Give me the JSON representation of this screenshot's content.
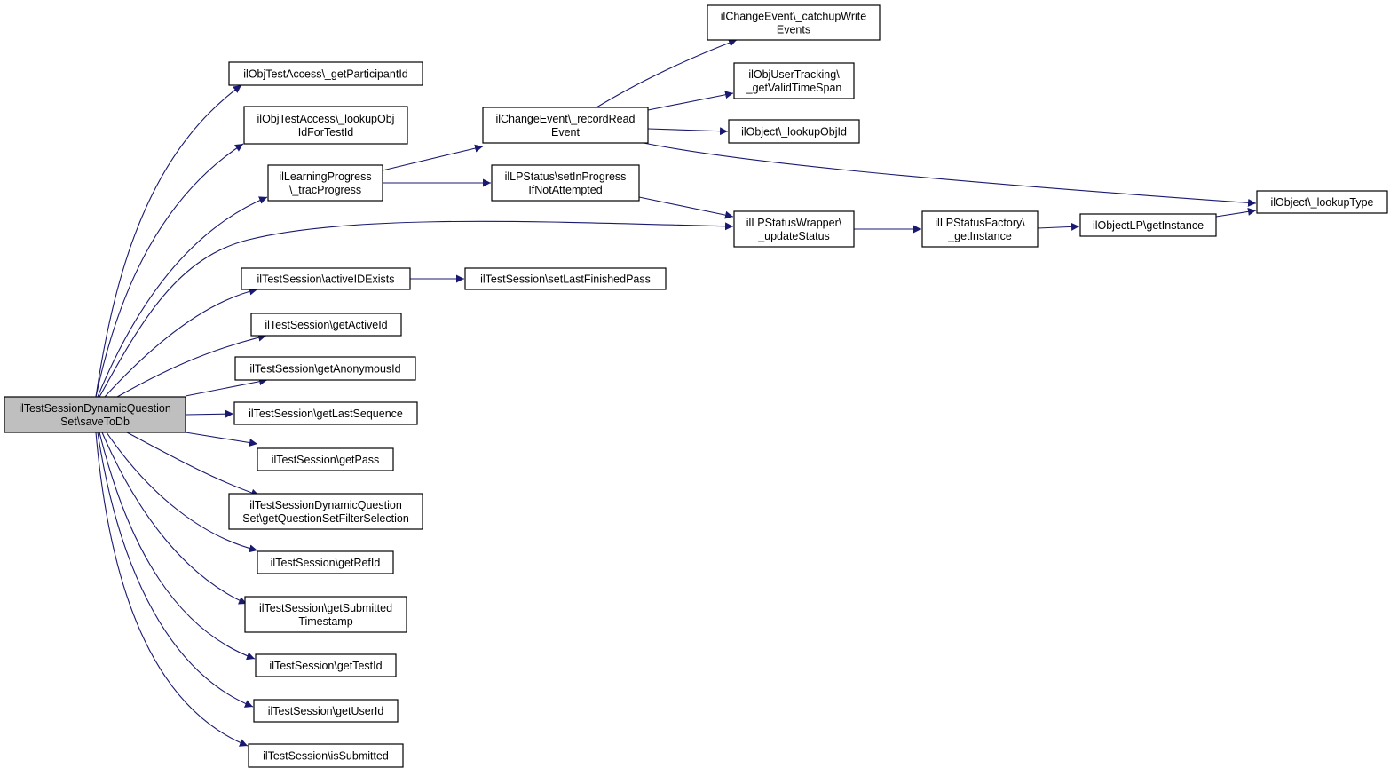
{
  "colors": {
    "edge": "#191970",
    "root_fill": "#bfbfbf",
    "node_fill": "#ffffff",
    "border": "#000000"
  },
  "nodes": {
    "root": [
      "ilTestSessionDynamicQuestion",
      "Set\\saveToDb"
    ],
    "getParticipantId": [
      "ilObjTestAccess\\_getParticipantId"
    ],
    "lookupObjIdForTestId": [
      "ilObjTestAccess\\_lookupObj",
      "IdForTestId"
    ],
    "tracProgress": [
      "ilLearningProgress",
      "\\_tracProgress"
    ],
    "activeIDExists": [
      "ilTestSession\\activeIDExists"
    ],
    "getActiveId": [
      "ilTestSession\\getActiveId"
    ],
    "getAnonymousId": [
      "ilTestSession\\getAnonymousId"
    ],
    "getLastSequence": [
      "ilTestSession\\getLastSequence"
    ],
    "getPass": [
      "ilTestSession\\getPass"
    ],
    "getQuestionSetFilterSelection": [
      "ilTestSessionDynamicQuestion",
      "Set\\getQuestionSetFilterSelection"
    ],
    "getRefId": [
      "ilTestSession\\getRefId"
    ],
    "getSubmittedTimestamp": [
      "ilTestSession\\getSubmitted",
      "Timestamp"
    ],
    "getTestId": [
      "ilTestSession\\getTestId"
    ],
    "getUserId": [
      "ilTestSession\\getUserId"
    ],
    "isSubmitted": [
      "ilTestSession\\isSubmitted"
    ],
    "recordReadEvent": [
      "ilChangeEvent\\_recordRead",
      "Event"
    ],
    "setInProgressIfNotAttempted": [
      "ilLPStatus\\setInProgress",
      "IfNotAttempted"
    ],
    "setLastFinishedPass": [
      "ilTestSession\\setLastFinishedPass"
    ],
    "catchupWriteEvents": [
      "ilChangeEvent\\_catchupWrite",
      "Events"
    ],
    "getValidTimeSpan": [
      "ilObjUserTracking\\",
      "_getValidTimeSpan"
    ],
    "lookupObjId": [
      "ilObject\\_lookupObjId"
    ],
    "updateStatus": [
      "ilLPStatusWrapper\\",
      "_updateStatus"
    ],
    "lpStatusFactoryGetInstance": [
      "ilLPStatusFactory\\",
      "_getInstance"
    ],
    "objectLPGetInstance": [
      "ilObjectLP\\getInstance"
    ],
    "lookupType": [
      "ilObject\\_lookupType"
    ]
  }
}
